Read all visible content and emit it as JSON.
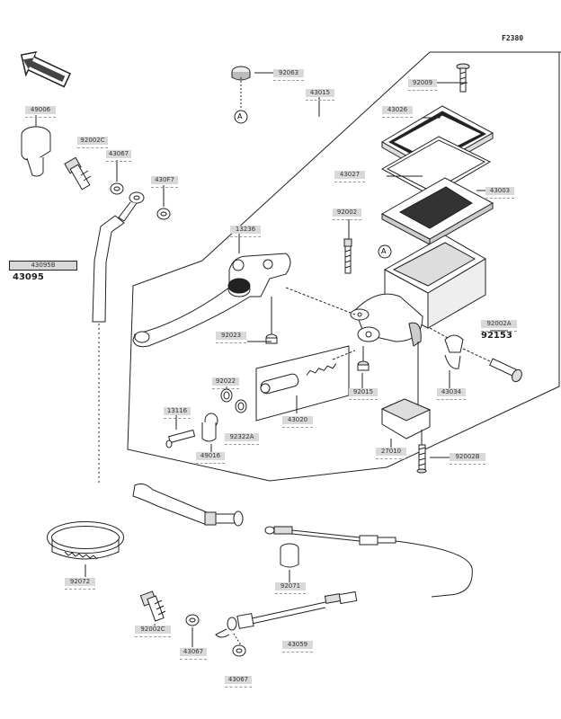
{
  "figure_code": "F2380",
  "front_label": "FRONT",
  "callout_a": "A",
  "labels": {
    "p92063": "92063",
    "p43015": "43015",
    "p92009": "92009",
    "p43026": "43026",
    "p43027": "43027",
    "p43003": "43003",
    "p92002": "92002",
    "p13236": "13236",
    "p49006": "49006",
    "p92002C_top": "92002C",
    "p43067_top": "43067",
    "p430F7": "430F7",
    "p43095B": "43095B",
    "p92023": "92023",
    "p92002A": "92002A",
    "p92022": "92022",
    "p43020": "43020",
    "p92015": "92015",
    "p43034": "43034",
    "p13116": "13116",
    "p92322A": "92322A",
    "p49016": "49016",
    "p27010": "27010",
    "p92002B": "92002B",
    "p92072": "92072",
    "p92071": "92071",
    "p92002C_bot": "92002C",
    "p43067_bot": "43067",
    "p43059": "43059",
    "p43067_bot2": "43067"
  },
  "bold_labels": {
    "p43095": "43095",
    "p92153": "92153"
  }
}
